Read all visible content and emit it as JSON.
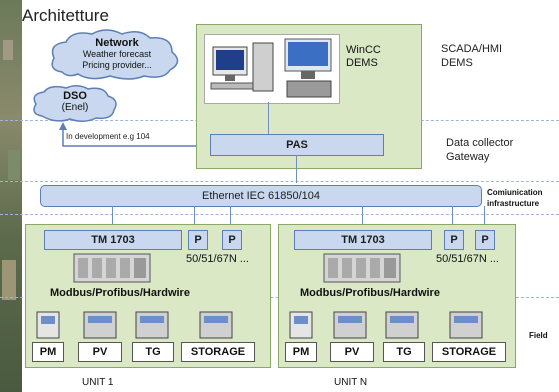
{
  "title": "Architetture",
  "network": {
    "heading": "Network",
    "line1": "Weather forecast",
    "line2": "Pricing provider..."
  },
  "dso": {
    "heading": "DSO",
    "sub": "(Enel)"
  },
  "development_note": "In development e.g 104",
  "wincc": {
    "line1": "WinCC",
    "line2": "DEMS"
  },
  "pas": "PAS",
  "ethernet": "Ethernet  IEC 61850/104",
  "levels": {
    "scada1": "SCADA/HMI",
    "scada2": "DEMS",
    "collector1": "Data collector",
    "collector2": "Gateway",
    "comm1": "Comiunication",
    "comm2": "infrastructure",
    "field": "Field"
  },
  "units": [
    {
      "tm": "TM 1703",
      "p1": "P",
      "p2": "P",
      "protection": "50/51/67N ...",
      "bus": "Modbus/Profibus/Hardwire",
      "devices": [
        "PM",
        "PV",
        "TG",
        "STORAGE"
      ],
      "name": "UNIT 1"
    },
    {
      "tm": "TM 1703",
      "p1": "P",
      "p2": "P",
      "protection": "50/51/67N ...",
      "bus": "Modbus/Profibus/Hardwire",
      "devices": [
        "PM",
        "PV",
        "TG",
        "STORAGE"
      ],
      "name": "UNIT N"
    }
  ]
}
